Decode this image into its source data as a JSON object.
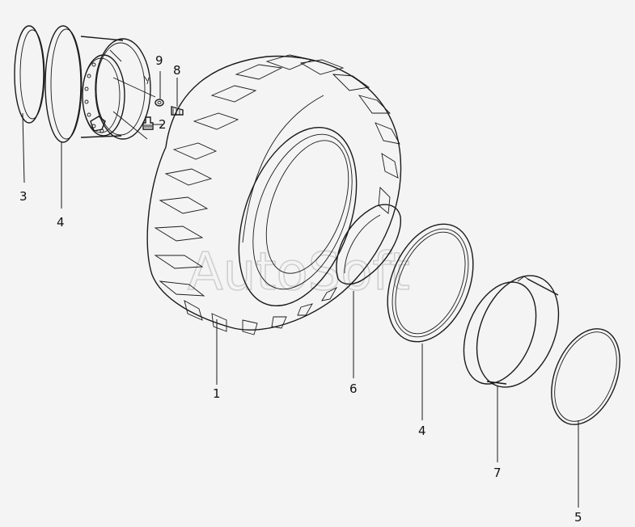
{
  "watermark": "AutoSoft",
  "callouts": {
    "tire": "1",
    "valve": "2",
    "outer_flange_ring": "3",
    "bead_seat_left": "4",
    "bead_seat_right": "4",
    "lock_ring": "5",
    "flap": "6",
    "side_ring": "7",
    "bolt": "8",
    "washer": "9"
  }
}
